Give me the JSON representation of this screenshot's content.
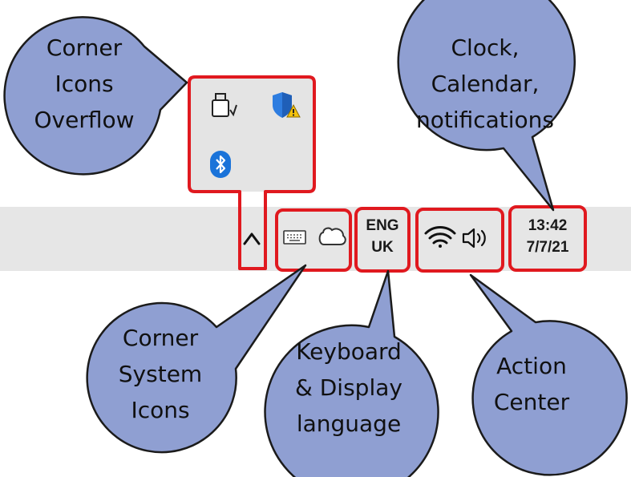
{
  "callouts": {
    "corner_icons_overflow": {
      "lines": [
        "Corner",
        "Icons",
        "Overflow"
      ]
    },
    "clock_calendar": {
      "lines": [
        "Clock,",
        "Calendar,",
        "notifications"
      ]
    },
    "corner_system_icons": {
      "lines": [
        "Corner",
        "System",
        "Icons"
      ]
    },
    "keyboard_display": {
      "lines": [
        "Keyboard",
        "& Display",
        "language"
      ]
    },
    "action_center": {
      "lines": [
        "Action",
        "Center"
      ]
    }
  },
  "taskbar": {
    "overflow_icons": [
      "usb-drive-icon",
      "security-warning-icon",
      "bluetooth-icon"
    ],
    "overflow_toggle_icon": "chevron-up-icon",
    "system_icons": [
      "touch-keyboard-icon",
      "onedrive-cloud-icon"
    ],
    "language": {
      "line1": "ENG",
      "line2": "UK"
    },
    "network_volume_icons": [
      "wifi-icon",
      "volume-icon"
    ],
    "clock": {
      "time": "13:42",
      "date": "7/7/21"
    }
  },
  "colors": {
    "bubble_fill": "#8f9fd2",
    "bubble_stroke": "#1b1b1b",
    "highlight_red": "#e0191f",
    "taskbar_grey": "#e6e6e6",
    "panel_grey": "#e4e4e4",
    "bluetooth_blue": "#1a73d9",
    "shield_blue": "#2e7de0",
    "warning_yellow": "#f4c20d"
  }
}
